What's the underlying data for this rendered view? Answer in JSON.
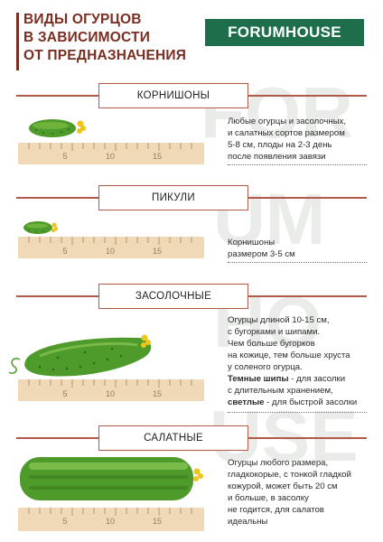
{
  "header": {
    "title_lines": [
      "ВИДЫ ОГУРЦОВ",
      "В ЗАВИСИМОСТИ",
      "ОТ ПРЕДНАЗНАЧЕНИЯ"
    ],
    "logo_text": "FORUMHOUSE"
  },
  "watermark": {
    "lines": [
      "FOR",
      "UM",
      "HO",
      "USE"
    ],
    "color": "#e9ece8"
  },
  "colors": {
    "brand_green": "#1e6e4b",
    "title_brown": "#7a2e22",
    "accent_red": "#b25a4a",
    "ruler_fill": "#efd9b7",
    "cucumber_green": "#4e9a2b",
    "flower_yellow": "#f0c419"
  },
  "ruler_labels": [
    "5",
    "10",
    "15"
  ],
  "sections": [
    {
      "name": "КОРНИШОНЫ",
      "desc_lines": [
        "Любые огурцы и засолочных,",
        "и салатных сортов размером",
        "5-8 см, плоды на 2-3 день",
        "после появления завязи"
      ]
    },
    {
      "name": "ПИКУЛИ",
      "desc_lines": [
        "Корнишоны",
        "размером 3-5 см"
      ]
    },
    {
      "name": "ЗАСОЛОЧНЫЕ",
      "desc_lines": [
        "Огурцы длиной 10-15 см,",
        "с бугорками и шипами.",
        "Чем больше бугорков",
        "на кожице, тем больше хруста",
        "у соленого огурца."
      ],
      "desc_bold_1": "Темные шипы",
      "desc_rest_1": " - для засолки",
      "desc_line_after": "с длительным хранением,",
      "desc_bold_2": "светлые",
      "desc_rest_2": " - для быстрой засолки"
    },
    {
      "name": "САЛАТНЫЕ",
      "desc_lines": [
        "Огурцы любого размера,",
        "гладкокорые, с тонкой гладкой",
        "кожурой, может быть 20 см",
        "и больше, в засолку",
        "не годится, для салатов",
        "идеальны"
      ]
    }
  ]
}
